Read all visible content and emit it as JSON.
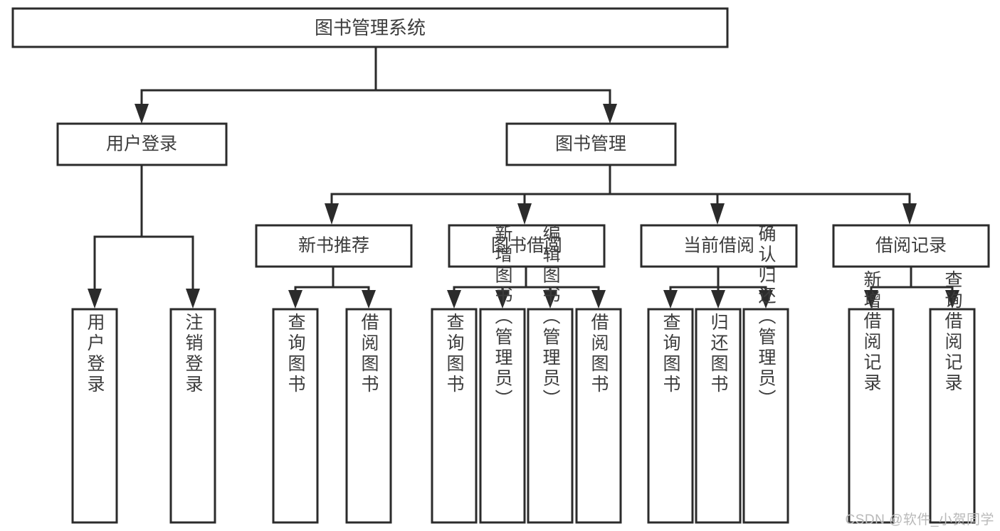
{
  "diagram": {
    "type": "hierarchy-tree",
    "title": "图书管理系统",
    "watermark": "CSDN @软件_小贺同学",
    "colors": {
      "box_fill": "#ffffff",
      "box_stroke": "#2b2b2b",
      "text": "#3c3c3c",
      "connector": "#2b2b2b",
      "watermark": "#b9b9b9",
      "background": "#ffffff"
    },
    "root": {
      "label": "图书管理系统",
      "children": [
        {
          "label": "用户登录",
          "children": [
            {
              "label": "用户登录"
            },
            {
              "label": "注销登录"
            }
          ]
        },
        {
          "label": "图书管理",
          "children": [
            {
              "label": "新书推荐",
              "children": [
                {
                  "label": "查询图书"
                },
                {
                  "label": "借阅图书"
                }
              ]
            },
            {
              "label": "图书借阅",
              "children": [
                {
                  "label": "查询图书"
                },
                {
                  "label": "新增图书（管理员）"
                },
                {
                  "label": "编辑图书（管理员）"
                },
                {
                  "label": "借阅图书"
                }
              ]
            },
            {
              "label": "当前借阅",
              "children": [
                {
                  "label": "查询图书"
                },
                {
                  "label": "归还图书"
                },
                {
                  "label": "确认归还（管理员）"
                }
              ]
            },
            {
              "label": "借阅记录",
              "children": [
                {
                  "label": "新增借阅记录"
                },
                {
                  "label": "查询借阅记录"
                }
              ]
            }
          ]
        }
      ]
    },
    "nodes": {
      "root": "图书管理系统",
      "l1_user_login": "用户登录",
      "l1_book_mgmt": "图书管理",
      "l2_new_book": "新书推荐",
      "l2_borrow": "图书借阅",
      "l2_current": "当前借阅",
      "l2_record": "借阅记录",
      "leaf_user_login": "用户登录",
      "leaf_logout": "注销登录",
      "leaf_nb_query": "查询图书",
      "leaf_nb_borrow": "借阅图书",
      "leaf_bb_query": "查询图书",
      "leaf_bb_add": "新增图书（管理员）",
      "leaf_bb_edit": "编辑图书（管理员）",
      "leaf_bb_borrow": "借阅图书",
      "leaf_cb_query": "查询图书",
      "leaf_cb_return": "归还图书",
      "leaf_cb_confirm": "确认归还（管理员）",
      "leaf_rec_add": "新增借阅记录",
      "leaf_rec_query": "查询借阅记录"
    }
  }
}
